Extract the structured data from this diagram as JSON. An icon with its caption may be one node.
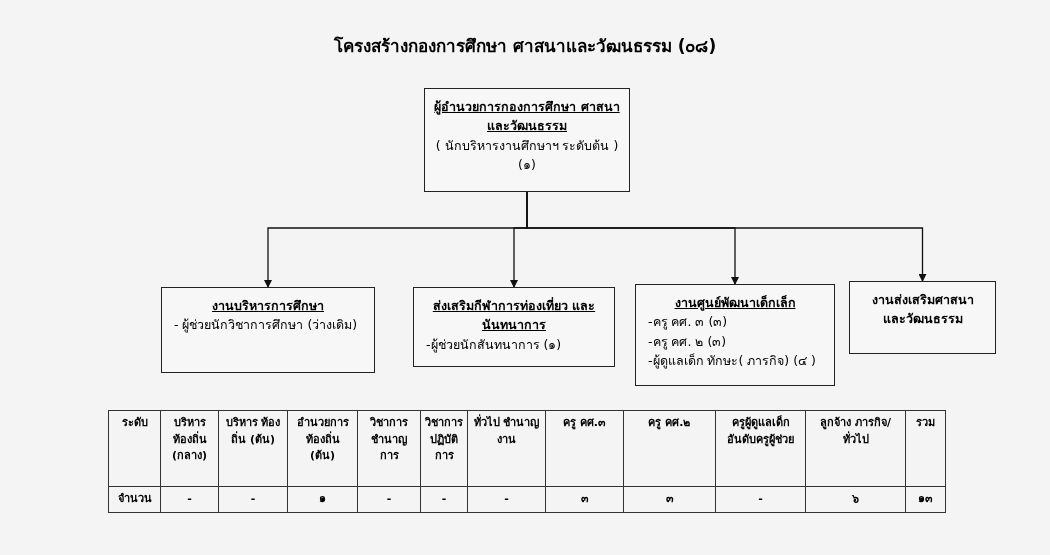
{
  "diagram": {
    "title": "โครงสร้างกองการศึกษา ศาสนาและวัฒนธรรม (๐๘)",
    "nodes": [
      {
        "text": [
          "ผู้อำนวยการกองการศึกษา ศาสนาและวัฒนธรรม",
          "( นักบริหารงานศึกษาฯ ระดับต้น )",
          "(๑)"
        ]
      },
      {
        "text": [
          "งานบริหารการศึกษา",
          "- ผู้ช่วยนักวิชาการศึกษา (ว่างเดิม)"
        ]
      },
      {
        "text": [
          "ส่งเสริมกีฬาการท่องเที่ยว และนันทนาการ",
          "-ผู้ช่วยนักสันทนาการ (๑)"
        ]
      },
      {
        "text": [
          "งานศูนย์พัฒนาเด็กเล็ก",
          "-ครู คศ. ๓ (๓)",
          "-ครู คศ. ๒ (๓)",
          "-ผู้ดูแลเด็ก ทักษะ( ภารกิจ) (๔ )"
        ]
      },
      {
        "text": [
          "งานส่งเสริมศาสนา และวัฒนธรรม"
        ]
      }
    ],
    "edges": [
      {
        "from": 0,
        "to": 1,
        "arrow": "to"
      },
      {
        "from": 0,
        "to": 2,
        "arrow": "to"
      },
      {
        "from": 0,
        "to": 3,
        "arrow": "to"
      },
      {
        "from": 0,
        "to": 4,
        "arrow": "to"
      }
    ],
    "labels": [
      "ระดับ",
      "บริหาร ท้องถิ่น (กลาง)",
      "บริหาร ท้องถิ่น (ต้น)",
      "อำนวยการ ท้องถิ่น (ต้น)",
      "วิชาการ ชำนาญ การ",
      "วิชาการ ปฏิบัติการ",
      "ทั่วไป ชำนาญ งาน",
      "ครู คศ.๓",
      "ครู คศ.๒",
      "ครูผู้ดูแลเด็ก อันดับครูผู้ช่วย",
      "ลูกจ้าง ภารกิจ/ทั่วไป",
      "รวม",
      "จำนวน",
      "-",
      "-",
      "๑",
      "-",
      "-",
      "-",
      "๓",
      "๓",
      "-",
      "๖",
      "๑๓"
    ]
  }
}
